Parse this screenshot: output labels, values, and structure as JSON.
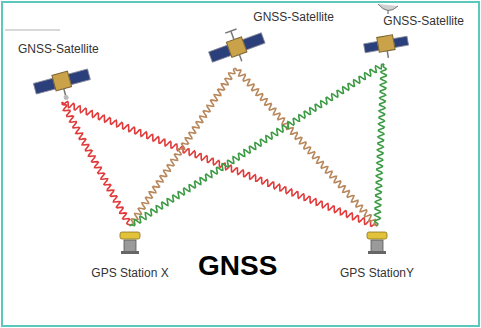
{
  "diagram": {
    "nodes": [
      {
        "text": [
          "GNSS-Satellite"
        ]
      },
      {
        "text": [
          "GNSS-Satellite"
        ]
      },
      {
        "text": [
          "GNSS-Satellite"
        ]
      },
      {
        "text": [
          "GPS Station X"
        ]
      },
      {
        "text": [
          "GPS StationY"
        ]
      }
    ],
    "edges": [
      {
        "from": 0,
        "to": 3,
        "arrow": "none"
      },
      {
        "from": 0,
        "to": 4,
        "arrow": "none"
      },
      {
        "from": 1,
        "to": 3,
        "arrow": "none"
      },
      {
        "from": 1,
        "to": 4,
        "arrow": "none"
      },
      {
        "from": 2,
        "to": 3,
        "arrow": "none"
      },
      {
        "from": 2,
        "to": 4,
        "arrow": "none"
      }
    ],
    "labels": [
      "GNSS"
    ]
  }
}
